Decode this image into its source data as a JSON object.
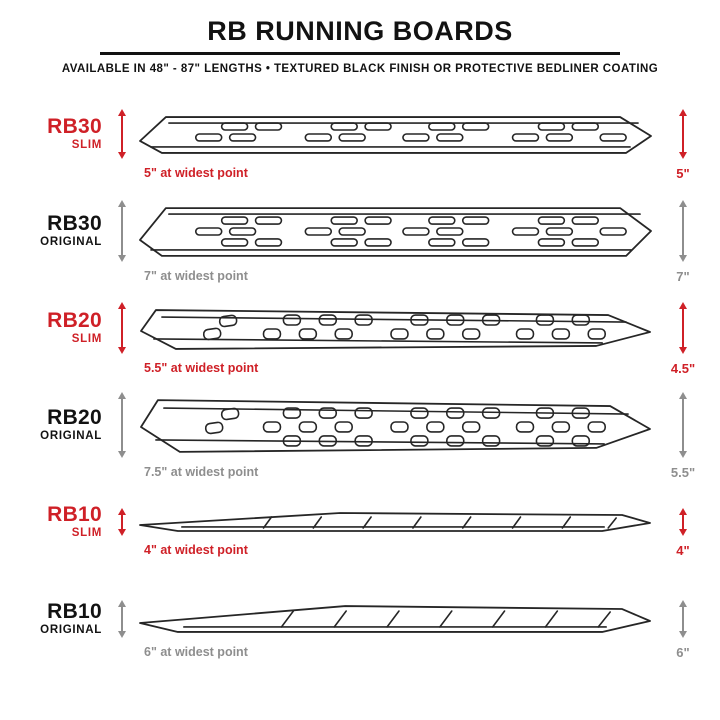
{
  "header": {
    "title": "RB RUNNING BOARDS",
    "subtitle": "AVAILABLE IN 48\" - 87\" LENGTHS  •  TEXTURED BLACK FINISH OR PROTECTIVE BEDLINER COATING"
  },
  "colors": {
    "accent_red": "#cf2027",
    "measure_gray": "#8e8e8e",
    "ink_black": "#121212"
  },
  "products": [
    {
      "model": "RB30",
      "variant": "SLIM",
      "style": "slim",
      "width_note": "5\" at widest point",
      "height_label": "5\""
    },
    {
      "model": "RB30",
      "variant": "ORIGINAL",
      "style": "orig",
      "width_note": "7\" at widest point",
      "height_label": "7\""
    },
    {
      "model": "RB20",
      "variant": "SLIM",
      "style": "slim",
      "width_note": "5.5\" at widest point",
      "height_label": "4.5\""
    },
    {
      "model": "RB20",
      "variant": "ORIGINAL",
      "style": "orig",
      "width_note": "7.5\" at widest point",
      "height_label": "5.5\""
    },
    {
      "model": "RB10",
      "variant": "SLIM",
      "style": "slim",
      "width_note": "4\" at widest point",
      "height_label": "4\""
    },
    {
      "model": "RB10",
      "variant": "ORIGINAL",
      "style": "orig",
      "width_note": "6\" at widest point",
      "height_label": "6\""
    }
  ]
}
